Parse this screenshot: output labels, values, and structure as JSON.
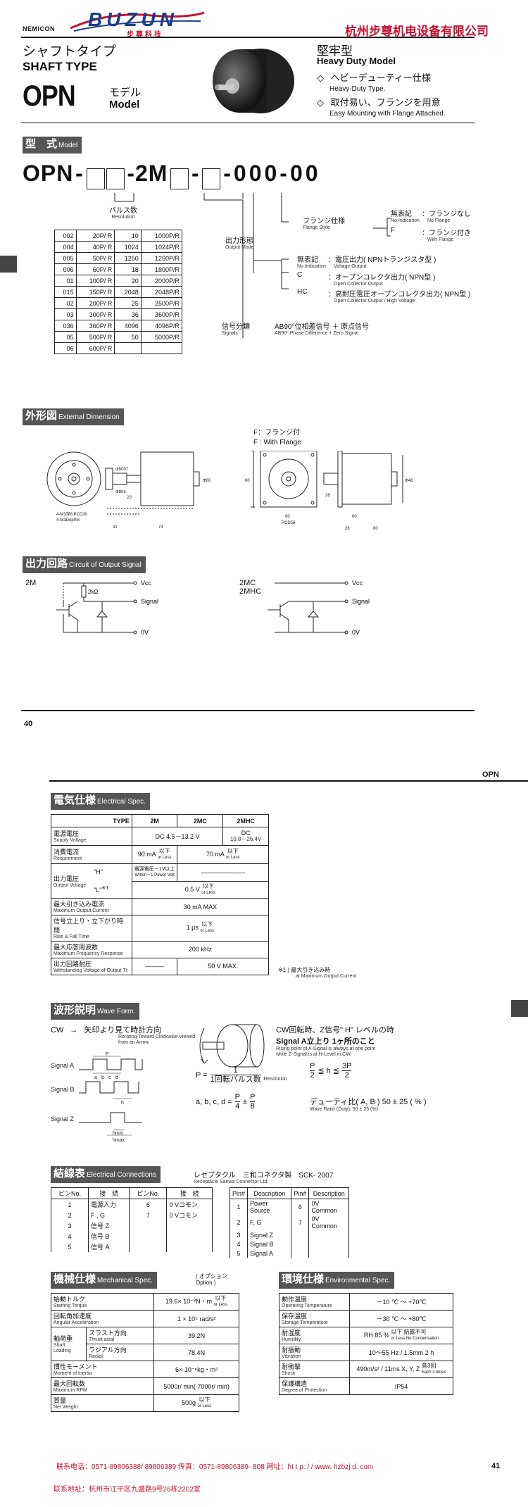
{
  "header": {
    "nemicon": "NEMICON",
    "logo_text": "BUZUN",
    "logo_sub": "步尊科技",
    "company": "杭州步尊机电设备有限公司",
    "shaft_type_jp": "シャフトタイプ",
    "shaft_type_en": "SHAFT TYPE",
    "model_code": "OPN",
    "model_jp": "モデル",
    "model_en": "Model",
    "heavy_jp": "堅牢型",
    "heavy_en": "Heavy Duty Model",
    "feature1_jp": "ヘビーデューティー仕様",
    "feature1_en": "Heavy-Duty Type.",
    "feature2_jp": "取付易い、フランジを用意",
    "feature2_en": "Easy Mounting with Flange Attached.",
    "bullet": "◇"
  },
  "type_section": {
    "title_jp": "型　式",
    "title_en": "Model",
    "code_opn": "OPN",
    "code_2m": "-2M",
    "code_tail": "-000-00",
    "dash": "-",
    "pulse_jp": "パルス数",
    "pulse_en": "Resolution",
    "output_jp": "出力形態",
    "output_en": "Output Mode",
    "signal_jp": "信号分類",
    "signal_en": "Signals",
    "signal_desc_jp": "AB90°位相差信号 ＋ 原点信号",
    "signal_desc_en": "AB90° Phase Difference + Zero Signal",
    "flange_jp": "フランジ仕様",
    "flange_en": "Flange Style",
    "flange_opts": [
      {
        "code": "無表記",
        "code_en": "No Indication",
        "label": "：フランジなし",
        "label_en": "No Flange"
      },
      {
        "code": "F",
        "code_en": "",
        "label": "：フランジ付き",
        "label_en": "With Flange"
      }
    ],
    "output_opts": [
      {
        "code": "無表記",
        "code_en": "No Indication",
        "label": "：電圧出力( NPNトランジスタ型 )",
        "label_en": "Voltage Output"
      },
      {
        "code": "C",
        "code_en": "",
        "label": "：オープンコレクタ出力( NPN型 )",
        "label_en": "Open Collector Output"
      },
      {
        "code": "HC",
        "code_en": "",
        "label": "：高耐圧電圧オープンコレクタ出力( NPN型 )",
        "label_en": "Open Collector Output / High Voltage"
      }
    ],
    "resolution_rows": [
      [
        "002",
        "20P/ R",
        "10",
        "1000P/R"
      ],
      [
        "004",
        "40P/ R",
        "1024",
        "1024P/R"
      ],
      [
        "005",
        "50P/ R",
        "1250",
        "1250P/R"
      ],
      [
        "006",
        "60P/ R",
        "18",
        "1800P/R"
      ],
      [
        "01",
        "100P/ R",
        "20",
        "2000P/R"
      ],
      [
        "015",
        "150P/ R",
        "2048",
        "2048P/R"
      ],
      [
        "02",
        "200P/ R",
        "25",
        "2500P/R"
      ],
      [
        "03",
        "300P/ R",
        "36",
        "3600P/R"
      ],
      [
        "036",
        "360P/ R",
        "4096",
        "4096P/R"
      ],
      [
        "05",
        "500P/ R",
        "50",
        "5000P/R"
      ],
      [
        "06",
        "600P/ R",
        "",
        ""
      ]
    ]
  },
  "dimension": {
    "title_jp": "外形図",
    "title_en": "External Dimension",
    "flange_jp": "F：フランジ付",
    "flange_en": "F : With Flange",
    "labels": [
      "4-M3深8 PCD30",
      "4-M3Depth8",
      "31",
      "74",
      "20",
      "80",
      "PCD56",
      "26",
      "80",
      "60",
      "Φ60",
      "Φ50h7",
      "Φ8h6",
      "28",
      "60",
      "Φ48"
    ]
  },
  "circuit": {
    "title_jp": "出力回路",
    "title_en": "Circuit of Output Signal",
    "left_label": "2M",
    "right_label1": "2MC",
    "right_label2": "2MHC",
    "vcc": "Vcc",
    "signal": "Signal",
    "ov": "0V",
    "resistor": "2kΩ"
  },
  "page_num_top": "40",
  "page2_label": "OPN",
  "electrical": {
    "title_jp": "電気仕様",
    "title_en": "Electrical Spec.",
    "col_type": "TYPE",
    "cols": [
      "2M",
      "2MC",
      "2MHC"
    ],
    "rows": {
      "supply": {
        "jp": "電源電圧",
        "en": "Supply Voltage",
        "v1": "DC 4.5－13.2 V",
        "v2": "DC",
        "v2b": "10.8－26.4V"
      },
      "current": {
        "jp": "消費電流",
        "en": "Requirement",
        "v1": "90 mA",
        "v1s": "以下",
        "v1e": "or Less",
        "v2": "70 mA",
        "v2s": "以下",
        "v2e": "or Less"
      },
      "outv": {
        "jp": "出力電圧",
        "en": "Output Voltage",
        "h": "\"H\"",
        "l": "\"L\"",
        "mark": "※1",
        "hv": "電源電圧－1V以上",
        "hve": "Within－1 Power Volt",
        "lv": "0.5 V",
        "lvs": "以下",
        "lve": "or Less"
      },
      "sink": {
        "jp": "最大引き込み電流",
        "en": "Maximum Output Current",
        "v": "30 mA MAX"
      },
      "rise": {
        "jp": "信号立上り・立下がり時間",
        "en": "Rise & Fall Time",
        "v": "1 μs",
        "vs": "以下",
        "ve": "or Less"
      },
      "freq": {
        "jp": "最大応答周波数",
        "en": "Maximum Frequency Response",
        "v": "200 kHz"
      },
      "withstand": {
        "jp": "出力回路耐圧",
        "en": "Withstanding Voltage of Output Tr.",
        "v1": "———",
        "v": "50 V  MAX."
      }
    },
    "note_jp": "※1 ) 最大引き込み時",
    "note_en": "at Maximum Output Current"
  },
  "wave": {
    "title_jp": "波形説明",
    "title_en": "Wave Form.",
    "cw": "CW",
    "arrow": "→",
    "cw_jp": "矢印より見て時計方向",
    "cw_en1": "Rorating Toward Clockwise Viewed",
    "cw_en2": "from an Arrow",
    "desc_jp1": "CW回転時、Z信号\" H\" レベルの時",
    "desc_jp2": "Signal A立上り 1ヶ所のこと",
    "desc_en1": "Rising point of A-Signal is always at one point",
    "desc_en2": "while Z-Signal is at H-Level in CW.",
    "p_formula_lhs": "P =",
    "p_num": "1",
    "p_den": "1回転パルス数",
    "p_den_en": "Resolution",
    "ph_lhs": "P",
    "ph_lhs_d": "2",
    "ph_op": "≦ h ≦",
    "ph_rhs": "3P",
    "ph_rhs_d": "2",
    "abcd": "a, b, c, d =",
    "abcd_p": "P",
    "abcd_4": "4",
    "abcd_pm": "±",
    "abcd_p2": "P",
    "abcd_8": "8",
    "duty_jp": "デューティ比( A, B ) 50 ± 25 ( % )",
    "duty_en": "Wave Ratio (Duty); 50 ± 25 (%)",
    "sigA": "Signal A",
    "sigB": "Signal B",
    "sigZ": "Signal Z",
    "lblP": "P",
    "lbla": "a",
    "lblb": "b",
    "lblc": "c",
    "lbld": "d",
    "lblh": "h",
    "hmin": "hmin",
    "hmax": "hmax"
  },
  "connections": {
    "title_jp": "結線表",
    "title_en": "Electrical Connections",
    "receptacle_jp": "レセプタクル　三和コネクタ製　SCK- 2007",
    "receptacle_en": "Receptacle  Sanwa Connector Ltd.",
    "jp_head": [
      "ピンNo.",
      "接　続",
      "ピンNo.",
      "接　続"
    ],
    "jp_rows": [
      [
        "1",
        "電源入力",
        "6",
        "0 Vコモン"
      ],
      [
        "2",
        "F , G",
        "7",
        "0 Vコモン"
      ],
      [
        "3",
        "信号 Z",
        "",
        ""
      ],
      [
        "4",
        "信号 B",
        "",
        ""
      ],
      [
        "5",
        "信号 A",
        "",
        ""
      ]
    ],
    "en_head": [
      "Pin#",
      "Description",
      "Pin#",
      "Description"
    ],
    "en_rows": [
      [
        "1",
        "Power Source",
        "6",
        "0V Common"
      ],
      [
        "2",
        "F, G",
        "7",
        "0V Common"
      ],
      [
        "3",
        "Signal Z",
        "",
        ""
      ],
      [
        "4",
        "Signal B",
        "",
        ""
      ],
      [
        "5",
        "Signal A",
        "",
        ""
      ]
    ]
  },
  "mechanical": {
    "title_jp": "機械仕様",
    "title_en": "Mechanical Spec.",
    "option_jp": "( オプション",
    "option_en": "Option )",
    "rows": [
      {
        "jp": "始動トルク",
        "en": "Starting Torque",
        "v": "19.6× 10⁻³N・m",
        "s": "以下",
        "e": "or Less"
      },
      {
        "jp": "回転角加速度",
        "en": "Angular Acceleration",
        "v": "1 × 10⁵ rad/s²"
      },
      {
        "jp": "スラスト方向",
        "en": "Thrust axial",
        "v": "39.2N"
      },
      {
        "jp": "ラジアル方向",
        "en": "Radial",
        "v": "78.4N"
      },
      {
        "jp": "慣性モーメント",
        "en": "Moment of Inertia",
        "v": "6× 10⁻⁶kg・m²"
      },
      {
        "jp": "最大回転数",
        "en": "Maximum RPM",
        "v": "5000r/ min( 7000r/ min)"
      },
      {
        "jp": "質量",
        "en": "Net Weight",
        "v": "500g",
        "s": "以下",
        "e": "or Less"
      }
    ],
    "shaft_jp": "軸荷重",
    "shaft_en": "Shaft Loading"
  },
  "environmental": {
    "title_jp": "環境仕様",
    "title_en": "Environmental Spec.",
    "rows": [
      {
        "jp": "動作温度",
        "en": "Operating Temperature",
        "v": "－10 ℃ ～ +70℃"
      },
      {
        "jp": "保存温度",
        "en": "Storage Temperature",
        "v": "－30 ℃ ～ +80℃"
      },
      {
        "jp": "耐湿度",
        "en": "Humidity",
        "v": "RH 85 %",
        "s": "以下  結露不可",
        "e": "or Less  No Condensation"
      },
      {
        "jp": "耐振動",
        "en": "Vibration",
        "v": "10～55 Hz / 1.5mm  2 h"
      },
      {
        "jp": "耐衝撃",
        "en": "Shock",
        "v": "490m/s² / 11ms  X, Y, Z",
        "s": "各3回",
        "e": "Each 3 times"
      },
      {
        "jp": "保護構造",
        "en": "Degree of Protection",
        "v": "IP54"
      }
    ]
  },
  "footer": {
    "contact": "联系电话：0571-89806388/ 89806389   传真：0571-89806389- 808   网址：ht t p: / / www. hzbzj d. com",
    "address": "联系地址：杭州市江干区九盛路9号26栋2202室",
    "page_num": "41"
  },
  "colors": {
    "accent_red": "#c8102e",
    "header_gray": "#555555"
  }
}
